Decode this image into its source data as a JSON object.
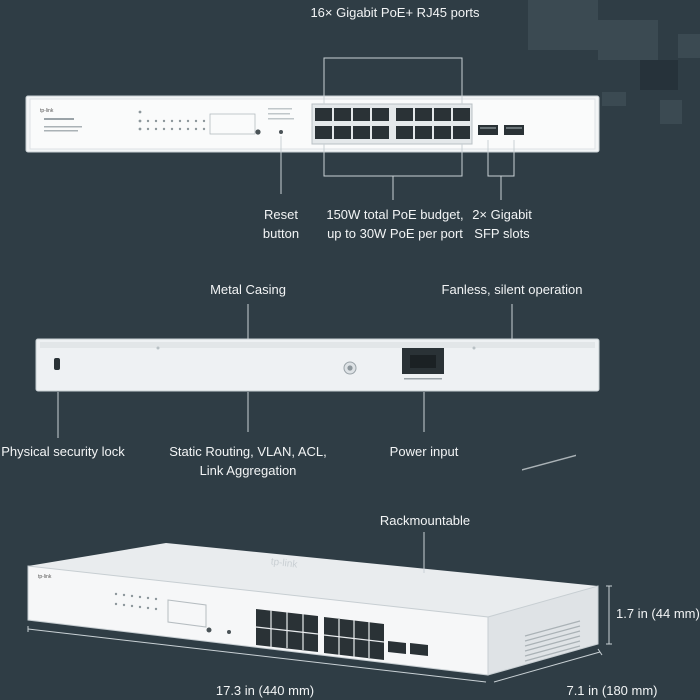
{
  "front": {
    "callout_ports": "16× Gigabit PoE+ RJ45 ports",
    "callout_reset": [
      "Reset",
      "button"
    ],
    "callout_poe": [
      "150W total PoE budget,",
      "up to 30W PoE per port"
    ],
    "callout_sfp": [
      "2× Gigabit",
      "SFP slots"
    ]
  },
  "rear": {
    "callout_casing": "Metal Casing",
    "callout_fanless": "Fanless, silent operation",
    "callout_lock": "Physical security lock",
    "callout_features": [
      "Static Routing, VLAN, ACL,",
      "Link Aggregation"
    ],
    "callout_power": "Power input"
  },
  "side": {
    "callout_rack": "Rackmountable",
    "dim_height": "1.7 in (44 mm)",
    "dim_width": "17.3 in (440 mm)",
    "dim_depth": "7.1 in (180 mm)"
  },
  "colors": {
    "background": "#2f3d45",
    "device_body": "#eef1f3",
    "port_dark": "#2a3236"
  }
}
